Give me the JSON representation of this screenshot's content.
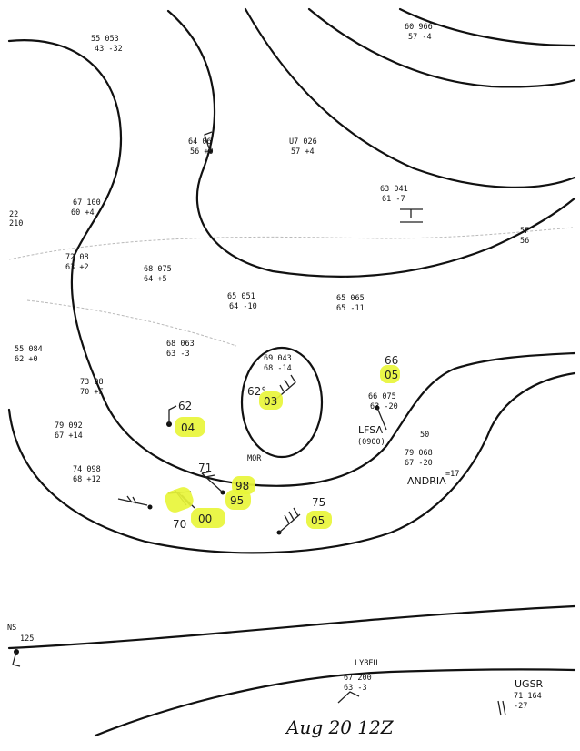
{
  "caption": "Aug 20 12Z",
  "highlighted_values": [
    {
      "id": "h05a",
      "text": "05"
    },
    {
      "id": "h03",
      "text": "03"
    },
    {
      "id": "h04",
      "text": "04"
    },
    {
      "id": "h98",
      "text": "98"
    },
    {
      "id": "h95",
      "text": "95"
    },
    {
      "id": "h00",
      "text": "00"
    },
    {
      "id": "h05b",
      "text": "05"
    }
  ],
  "annotations": {
    "t66": "66",
    "t62a": "62",
    "t62b": "62°",
    "t71": "71",
    "t70": "70",
    "t75": "75",
    "lfsa": "LFSA",
    "lfsa_time": "(0900)",
    "andria": "ANDRIA",
    "lybeu": "LYBEU",
    "ugsr": "UGSR",
    "mor": "MOR",
    "ns": "NS",
    "ns_val": "125"
  },
  "stations": [
    {
      "id": "s1",
      "l1": "55  053",
      "l2": "43  -32"
    },
    {
      "id": "s2",
      "l1": "60  966",
      "l2": "57  -4"
    },
    {
      "id": "s3",
      "l1": "64  06",
      "l2": "56  +0"
    },
    {
      "id": "s4",
      "l1": "U7  026",
      "l2": "57  +4"
    },
    {
      "id": "s5",
      "l1": "63  041",
      "l2": "61  -7"
    },
    {
      "id": "s6",
      "l1": "67  100",
      "l2": "60  +4"
    },
    {
      "id": "s7",
      "l1": "22",
      "l2": "210"
    },
    {
      "id": "s8",
      "l1": "72  08",
      "l2": "63  +2"
    },
    {
      "id": "s9",
      "l1": "68  075",
      "l2": "64  +5"
    },
    {
      "id": "s10",
      "l1": "65  051",
      "l2": "64  -10"
    },
    {
      "id": "s11",
      "l1": "65  065",
      "l2": "65  -11"
    },
    {
      "id": "s12",
      "l1": "68  063",
      "l2": "63  -3"
    },
    {
      "id": "s13",
      "l1": "69  043",
      "l2": "68  -14"
    },
    {
      "id": "s14",
      "l1": "66  075",
      "l2": "63  -20"
    },
    {
      "id": "s15",
      "l1": "55  084",
      "l2": "62  +0"
    },
    {
      "id": "s16",
      "l1": "73  08",
      "l2": "70  +F"
    },
    {
      "id": "s17",
      "l1": "79  092",
      "l2": "67  +14"
    },
    {
      "id": "s18",
      "l1": "74  098",
      "l2": "68  +12"
    },
    {
      "id": "s19",
      "l1": "79  068",
      "l2": "67  -20"
    },
    {
      "id": "s20",
      "l1": "50",
      "l2": "=17"
    },
    {
      "id": "s21",
      "l1": "67  200",
      "l2": "63  -3"
    },
    {
      "id": "s22",
      "l1": "71  164",
      "l2": "  -27"
    },
    {
      "id": "s23",
      "l1": "5F",
      "l2": "56"
    }
  ]
}
